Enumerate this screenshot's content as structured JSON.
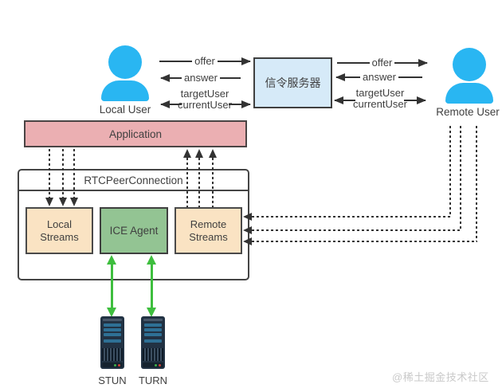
{
  "users": {
    "local_label": "Local User",
    "remote_label": "Remote User"
  },
  "signaling_server": {
    "label": "信令服务器"
  },
  "signal_messages": {
    "offer": "offer",
    "answer": "answer",
    "target_user": "targetUser",
    "current_user": "currentUser"
  },
  "application": {
    "label": "Application"
  },
  "rtc_peer_connection": {
    "label": "RTCPeerConnection"
  },
  "inner_boxes": {
    "local_streams": {
      "line1": "Local",
      "line2": "Streams"
    },
    "ice_agent": {
      "label": "ICE Agent"
    },
    "remote_streams": {
      "line1": "Remote",
      "line2": "Streams"
    }
  },
  "servers": {
    "stun_label": "STUN",
    "turn_label": "TURN"
  },
  "watermark": "@稀土掘金技术社区",
  "colors": {
    "person": "#29B6F2",
    "sig-fill": "#D6EAF8",
    "app-fill": "#EBAFB2",
    "tan-fill": "#FAE3C3",
    "ice-fill": "#93C493",
    "ink": "#333333",
    "green": "#3EBE3E",
    "srv-body": "#223243",
    "watermark": "#C9C9C9"
  }
}
